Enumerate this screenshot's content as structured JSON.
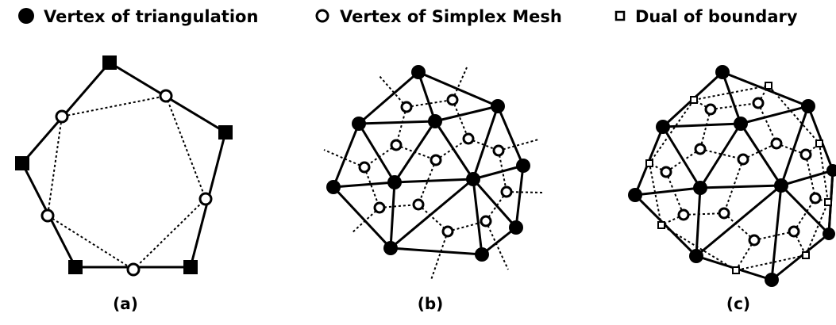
{
  "legend": {
    "filled_vertex_label": "Vertex of triangulation",
    "open_vertex_label": "Vertex of Simplex Mesh",
    "dual_boundary_label": "Dual of boundary"
  },
  "panels": [
    {
      "caption": "(a)"
    },
    {
      "caption": "(b)"
    },
    {
      "caption": "(c)"
    }
  ],
  "colors": {
    "ink": "#000000",
    "paper": "#ffffff"
  }
}
